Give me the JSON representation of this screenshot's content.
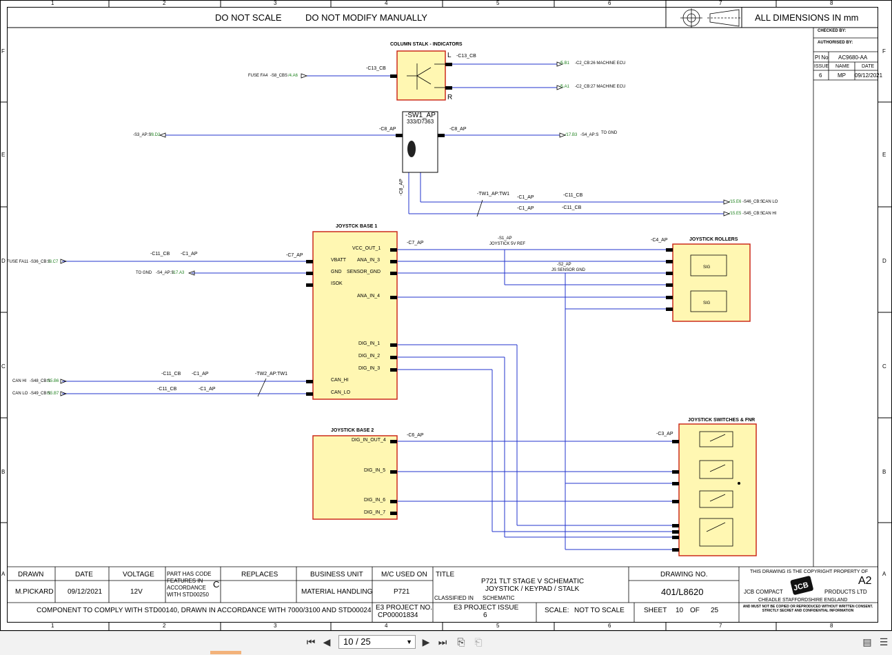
{
  "header": {
    "do_not_scale": "DO NOT SCALE",
    "do_not_modify": "DO NOT MODIFY MANUALLY",
    "dimensions": "ALL DIMENSIONS IN mm"
  },
  "border": {
    "columns": [
      "1",
      "2",
      "3",
      "4",
      "5",
      "6",
      "7",
      "8"
    ],
    "rows": [
      "F",
      "E",
      "D",
      "C",
      "B",
      "A"
    ]
  },
  "revision_block": {
    "checked_by": "CHECKED BY:",
    "authorised_by": "AUTHORISED BY:",
    "pl_no_label": "Pl No",
    "pl_no": "AC9680-AA",
    "issue_label": "ISSUE",
    "name_label": "NAME",
    "date_label": "DATE",
    "issue": "6",
    "name": "MP",
    "date": "09/12/2021"
  },
  "components": {
    "column_stalk": "COLUMN STALK - INDICATORS",
    "stalk_L": "L",
    "stalk_R": "R",
    "sw1_name": "-SW1_AP",
    "sw1_part": "333/D7363",
    "joystick_base1": "JOYSTCK BASE 1",
    "joystick_base2": "JOYSTICK BASE 2",
    "joystick_rollers": "JOYSTICK ROLLERS",
    "joystick_switches": "JOYSTICK SWITCHES & FNR",
    "sig": "SIG"
  },
  "pins_base1": [
    "VCC_OUT_1",
    "VBATT",
    "ANA_IN_3",
    "GND",
    "SENSOR_GND",
    "ISOK",
    "ANA_IN_4",
    "DIG_IN_1",
    "DIG_IN_2",
    "DIG_IN_3",
    "CAN_HI",
    "CAN_LO"
  ],
  "pins_base2": [
    "DIG_IN_OUT_4",
    "DIG_IN_5",
    "DIG_IN_6",
    "DIG_IN_7"
  ],
  "labels": {
    "fuse_fa4": "FUSE FA4",
    "s8_cbs": "-S8_CBS",
    "s8_ref": "/4.A6",
    "c13_cb": "-C13_CB",
    "c13_cb2": "-C13_CB",
    "ref_5b1": "/5.B1",
    "ref_5a1": "/5.A1",
    "machine_ecu_1": "-C2_CB:26  MACHINE ECU",
    "machine_ecu_2": "-C2_CB:27  MACHINE ECU",
    "s3_aps": "-S3_AP:S",
    "s3_ref": "/8.D2",
    "c8_ap": "-C8_AP",
    "c8_ap2": "-C8_AP",
    "c8_ap3": "-C8_AP",
    "ref_17b3": "/17.B3",
    "s4_aps": "-S4_AP:S",
    "to_gnd": "TO GND",
    "tw1": "-TW1_AP:TW1",
    "c1_ap_a": "-C1_AP",
    "c11_cb_a": "-C11_CB",
    "c1_ap_b": "-C1_AP",
    "c11_cb_b": "-C11_CB",
    "s46": "-S46_CB:S",
    "ref_15e6": "/15.E6",
    "can_lo": "CAN LO",
    "s45": "-S45_CB:S",
    "ref_15e5": "/15.E5",
    "can_hi": "CAN HI",
    "fuse_fa11": "FUSE FA11",
    "s36_cbs": "-S36_CB:S",
    "ref_3c7": "/3.C7",
    "c11_cb_c": "-C11_CB",
    "c1_ap_c": "-C1_AP",
    "c7_ap": "-C7_AP",
    "to_gnd2": "TO GND",
    "s4_aps2": "-S4_AP:S",
    "ref_17a3": "/17.A3",
    "c7_ap2": "-C7_AP",
    "s1_ap": "-S1_AP",
    "js5v": "JOYSTICK 5V REF",
    "s2_ap": "-S2_AP",
    "js_gnd": "JS SENSOR GND",
    "c4_ap": "-C4_AP",
    "can_hi2": "CAN HI",
    "s48": "-S48_CB:S",
    "ref_15b6": "/15.B6",
    "can_lo2": "CAN LO",
    "s49": "-S49_CB:S",
    "ref_15b7": "/15.B7",
    "c11_cb_d": "-C11_CB",
    "c1_ap_d": "-C1_AP",
    "c11_cb_e": "-C11_CB",
    "c1_ap_e": "-C1_AP",
    "tw2": "-TW2_AP:TW1",
    "c6_ap": "-C6_AP",
    "c3_ap": "-C3_AP"
  },
  "title_block": {
    "drawn_h": "DRAWN",
    "date_h": "DATE",
    "voltage_h": "VOLTAGE",
    "part_code_h": "PART HAS CODE FEATURES IN ACCORDANCE WITH STD00250",
    "part_code_letter": "C",
    "replaces_h": "REPLACES",
    "business_unit_h": "BUSINESS UNIT",
    "mc_used_h": "M/C USED ON",
    "title_h": "TITLE",
    "drawn": "M.PICKARD",
    "date": "09/12/2021",
    "voltage": "12V",
    "business_unit": "MATERIAL HANDLING",
    "mc_used": "P721",
    "title_line1": "P721 TLT STAGE V SCHEMATIC",
    "title_line2": "JOYSTICK / KEYPAD / STALK",
    "classified_in_h": "CLASSIFIED IN",
    "classified_in": "SCHEMATIC",
    "drawing_no_h": "DRAWING NO.",
    "drawing_no": "401/L8620",
    "comply": "COMPONENT TO COMPLY WITH STD00140, DRAWN IN ACCORDANCE WITH 7000/3100 AND STD00024",
    "e3_project_no_h": "E3 PROJECT NO.",
    "e3_project_no": "CP00001834",
    "e3_issue_h": "E3 PROJECT ISSUE",
    "e3_issue": "6",
    "scale_h": "SCALE:",
    "scale": "NOT TO SCALE",
    "sheet_h": "SHEET",
    "sheet": "10",
    "of_h": "OF",
    "of": "25",
    "copyright": "THIS DRAWING IS THE COPYRIGHT PROPERTY OF",
    "size": "A2",
    "company_left": "JCB COMPACT",
    "company_right": "PRODUCTS LTD",
    "logo": "JCB",
    "address": "CHEADLE     STAFFORDSHIRE     ENGLAND",
    "notice": "AND MUST NOT BE COPIED OR REPRODUCED WITHOUT WRITTEN CONSENT. STRICTLY SECRET AND CONFIDENTIAL INFORMATION"
  },
  "viewer": {
    "page_value": "10 / 25",
    "accent": "#f3b27a"
  },
  "colors": {
    "wire": "#2233cc",
    "component_fill": "#fff7b2",
    "component_border": "#cc2a1a",
    "ref_green": "#1a7f1a"
  }
}
